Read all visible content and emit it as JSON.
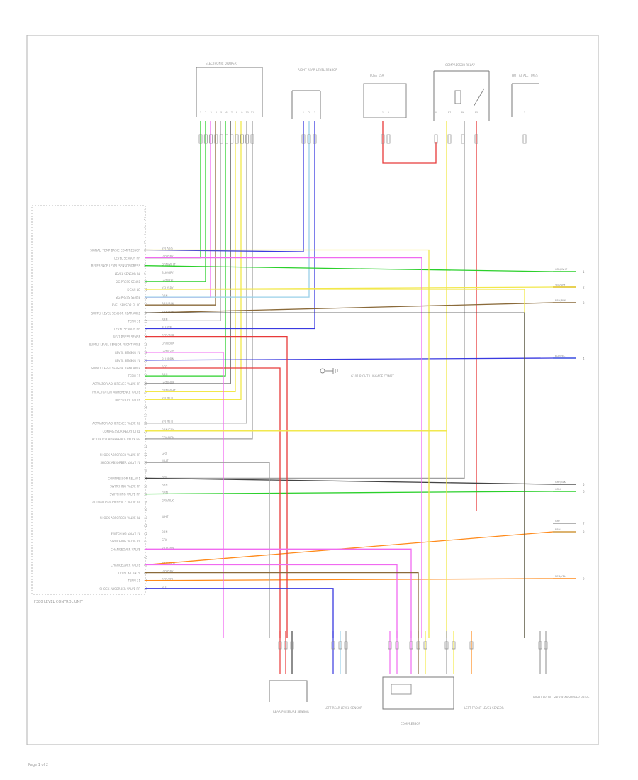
{
  "module": {
    "label": "F380 LEVEL CONTROL UNIT",
    "pins": [
      {
        "pin": "1",
        "func": "",
        "wire": ""
      },
      {
        "pin": "2",
        "func": "",
        "wire": ""
      },
      {
        "pin": "3",
        "func": "",
        "wire": ""
      },
      {
        "pin": "4",
        "func": "",
        "wire": ""
      },
      {
        "pin": "5",
        "func": "",
        "wire": ""
      },
      {
        "pin": "6",
        "func": "SIGNAL, TEMP BASIC COMPRESSOR",
        "wire": "YEL/VIO"
      },
      {
        "pin": "7",
        "func": "LEVEL SENSOR RR",
        "wire": "VIO/GRY"
      },
      {
        "pin": "8",
        "func": "REFERENCE LEVEL SENSOR/PRESS",
        "wire": "GRN/WHT"
      },
      {
        "pin": "9",
        "func": "LEVEL SENSOR RL",
        "wire": "BLK/GRY"
      },
      {
        "pin": "10",
        "func": "SIG PRESS SENSE",
        "wire": "GRN/YEL"
      },
      {
        "pin": "11",
        "func": "K-CAN LO",
        "wire": "YEL/GRY"
      },
      {
        "pin": "12",
        "func": "SIG PRESS SENSE",
        "wire": "BRN"
      },
      {
        "pin": "13",
        "func": "LEVEL SENSOR FL LO",
        "wire": "BRN/BLK"
      },
      {
        "pin": "14",
        "func": "SUPPLY LEVEL SENSOR REAR AXLE",
        "wire": "BRN/BLK"
      },
      {
        "pin": "15",
        "func": "TERM 31",
        "wire": "BRN"
      },
      {
        "pin": "16",
        "func": "LEVEL SENSOR RR",
        "wire": "BLU/YEL"
      },
      {
        "pin": "17",
        "func": "SIG 1 PRESS SENSE",
        "wire": "RED/BLK"
      },
      {
        "pin": "18",
        "func": "SUPPLY LEVEL SENSOR FRONT AXLE",
        "wire": "GRN/BLK"
      },
      {
        "pin": "19",
        "func": "LEVEL SENSOR FL",
        "wire": "GRN/GRY"
      },
      {
        "pin": "20",
        "func": "LEVEL SENSOR FL",
        "wire": "BLU/BRN"
      },
      {
        "pin": "21",
        "func": "SUPPLY LEVEL SENSOR REAR AXLE",
        "wire": "RED"
      },
      {
        "pin": "22",
        "func": "TERM 31",
        "wire": "BRN"
      },
      {
        "pin": "23",
        "func": "ACTUATOR ADHERENCE VALVE FR",
        "wire": "GRN/BLK"
      },
      {
        "pin": "24",
        "func": "FR ACTUATOR ADHERENCE VALVE",
        "wire": "GRN/WHT"
      },
      {
        "pin": "25",
        "func": "BLEED OFF VALVE",
        "wire": "YEL/BLU"
      },
      {
        "pin": "26",
        "func": "",
        "wire": ""
      },
      {
        "pin": "27",
        "func": "",
        "wire": ""
      },
      {
        "pin": "28",
        "func": "ACTUATOR ADHERENCE VALVE RL",
        "wire": "YEL/BLU"
      },
      {
        "pin": "29",
        "func": "COMPRESSOR RELAY CTRL",
        "wire": "BRN/GRY"
      },
      {
        "pin": "30",
        "func": "ACTUATOR ADHERENCE VALVE RR",
        "wire": "GRY/BRN"
      },
      {
        "pin": "31",
        "func": "",
        "wire": ""
      },
      {
        "pin": "32",
        "func": "SHOCK ABSORBER VALVE FR",
        "wire": "GRY"
      },
      {
        "pin": "33",
        "func": "SHOCK ABSORBER VALVE FL",
        "wire": "WHT"
      },
      {
        "pin": "34",
        "func": "",
        "wire": ""
      },
      {
        "pin": "35",
        "func": "COMPRESSOR RELAY 1",
        "wire": "GRY"
      },
      {
        "pin": "36",
        "func": "SWITCHING VALVE FR",
        "wire": "BRN"
      },
      {
        "pin": "37",
        "func": "SWITCHING VALVE RR",
        "wire": "GRN"
      },
      {
        "pin": "38",
        "func": "ACTUATOR ADHERENCE VALVE RL",
        "wire": "GRY/BLK"
      },
      {
        "pin": "39",
        "func": "",
        "wire": ""
      },
      {
        "pin": "40",
        "func": "SHOCK ABSORBER VALVE RL",
        "wire": "WHT"
      },
      {
        "pin": "41",
        "func": "",
        "wire": ""
      },
      {
        "pin": "42",
        "func": "SWITCHING VALVE FL",
        "wire": "BRN"
      },
      {
        "pin": "43",
        "func": "SWITCHING VALVE RL",
        "wire": "GRY"
      },
      {
        "pin": "44",
        "func": "CHANGEOVER VALVE",
        "wire": "VIO/GRN"
      },
      {
        "pin": "45",
        "func": "",
        "wire": ""
      },
      {
        "pin": "46",
        "func": "CHANGEOVER VALVE",
        "wire": "GRN/BRN"
      },
      {
        "pin": "47",
        "func": "LEVEL K-CAN HI",
        "wire": "VIO/GRY"
      },
      {
        "pin": "48",
        "func": "TERM 31",
        "wire": "RED/YEL"
      },
      {
        "pin": "49",
        "func": "SHOCK ABSORBER VALVE RR",
        "wire": "BLU"
      }
    ]
  },
  "connectors_top": [
    {
      "id": "electronic-damper",
      "label": "ELECTRONIC DAMPER",
      "pins": [
        "1",
        "2",
        "3",
        "4",
        "5",
        "6",
        "7",
        "8",
        "9",
        "10",
        "11"
      ]
    },
    {
      "id": "rear-axle-sensor",
      "label": "RIGHT REAR LEVEL SENSOR",
      "pins": [
        "1",
        "2",
        "3"
      ]
    },
    {
      "id": "fuse-box",
      "label": "FUSE 15A",
      "pins": [
        "1",
        "2"
      ]
    },
    {
      "id": "compressor-relay",
      "label": "COMPRESSOR RELAY",
      "pins": [
        "30",
        "87",
        "86",
        "85"
      ]
    },
    {
      "id": "hot-fuse",
      "label": "HOT AT ALL TIMES",
      "pins": [
        "1"
      ]
    }
  ],
  "connectors_bottom": [
    {
      "id": "rear-pressure-sensor",
      "label": "REAR PRESSURE SENSOR"
    },
    {
      "id": "left-rear-sensor",
      "label": "LEFT REAR LEVEL SENSOR"
    },
    {
      "id": "compressor",
      "label": "COMPRESSOR"
    },
    {
      "id": "left-front-level",
      "label": "LEFT FRONT LEVEL SENSOR"
    },
    {
      "id": "right-front-damper",
      "label": "RIGHT FRONT SHOCK ABSORBER VALVE"
    }
  ],
  "ground": {
    "label": "G101 RIGHT LUGGAGE COMPT"
  },
  "right_exits": [
    {
      "wire": "GRN/WHT",
      "color": "#2bd02b",
      "to": "1"
    },
    {
      "wire": "YEL/GRY",
      "color": "#e0c21a",
      "to": "2"
    },
    {
      "wire": "BRN/BLK",
      "color": "#8a6a3a",
      "to": "3"
    },
    {
      "wire": "BLU/YEL",
      "color": "#3a4de0",
      "to": "4"
    },
    {
      "wire": "GRY/BLK",
      "color": "#555555",
      "to": "5"
    },
    {
      "wire": "GRN",
      "color": "#2bd02b",
      "to": "6"
    },
    {
      "wire": "GRY",
      "color": "#9a9a9a",
      "to": "7"
    },
    {
      "wire": "BRN",
      "color": "#d09a40",
      "to": "8"
    },
    {
      "wire": "RED/YEL",
      "color": "#ff8a1a",
      "to": "9"
    }
  ],
  "wire_colors": {
    "green": "#2bd02b",
    "yellow": "#f2e84a",
    "magenta": "#f06af0",
    "blue": "#3a3ae0",
    "red": "#e83a3a",
    "orange": "#ff8a1a",
    "brown": "#8a6a3a",
    "black": "#444444",
    "grey": "#a0a0a0",
    "lightblue": "#9ad0e8"
  },
  "footer": {
    "page": "Page 1 of 2"
  }
}
